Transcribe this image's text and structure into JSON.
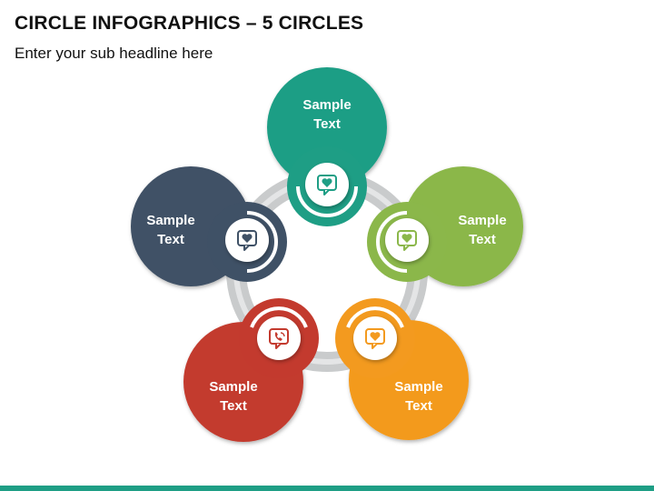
{
  "title": "CIRCLE INFOGRAPHICS – 5 CIRCLES",
  "subtitle": "Enter your sub headline here",
  "colors": {
    "teal": "#1e9e85",
    "green": "#8bb74a",
    "orange": "#f39a1f",
    "red": "#c33a2e",
    "navy": "#3f5166",
    "connector": "#c9cbcc",
    "bar": "#1e9e85"
  },
  "circles": [
    {
      "id": "teal",
      "line1": "Sample",
      "line2": "Text",
      "icon": "heart-chat-icon"
    },
    {
      "id": "green",
      "line1": "Sample",
      "line2": "Text",
      "icon": "heart-chat-icon"
    },
    {
      "id": "orange",
      "line1": "Sample",
      "line2": "Text",
      "icon": "heart-chat-icon"
    },
    {
      "id": "red",
      "line1": "Sample",
      "line2": "Text",
      "icon": "phone-chat-icon"
    },
    {
      "id": "navy",
      "line1": "Sample",
      "line2": "Text",
      "icon": "heart-chat-icon"
    }
  ]
}
